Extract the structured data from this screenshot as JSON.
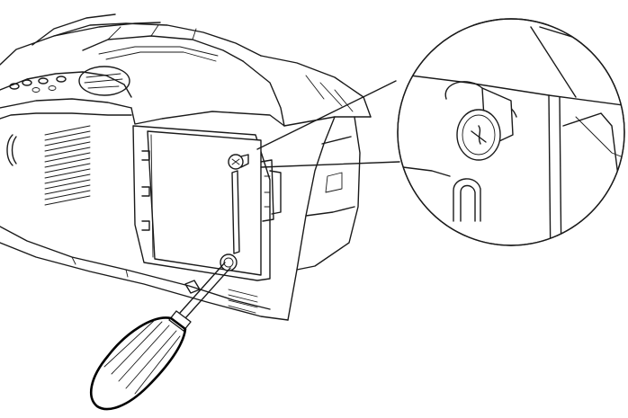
{
  "figure": {
    "subject": "printer-side-panel-screw-removal",
    "parts": {
      "printer": "printer-body",
      "panel": "side-access-panel",
      "upper_screw": "upper-screw",
      "lower_screw": "lower-screw",
      "screwdriver": "phillips-screwdriver",
      "detail": "screw-detail-magnifier"
    },
    "colors": {
      "line": "#1a1a1a",
      "background": "#ffffff"
    }
  }
}
